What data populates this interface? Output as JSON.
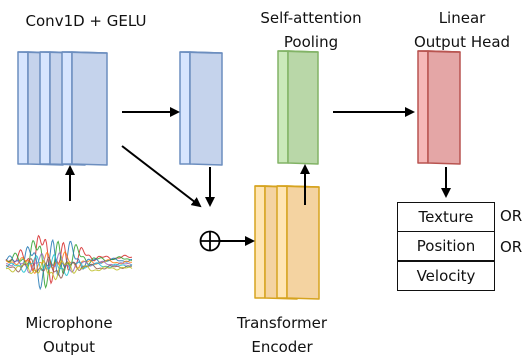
{
  "labels": {
    "conv": "Conv1D + GELU",
    "attn_line1": "Self-attention",
    "attn_line2": "Pooling",
    "head_line1": "Linear",
    "head_line2": "Output Head",
    "mic_line1": "Microphone",
    "mic_line2": "Output",
    "enc_line1": "Transformer",
    "enc_line2": "Encoder"
  },
  "outputs": [
    {
      "label": "Texture",
      "suffix": "OR"
    },
    {
      "label": "Position",
      "suffix": "OR"
    },
    {
      "label": "Velocity",
      "suffix": ""
    }
  ],
  "colors": {
    "conv_fill": "#c5d3ec",
    "conv_stroke": "#6c8ebf",
    "attn_fill": "#b9d7a8",
    "attn_stroke": "#82b366",
    "head_fill": "#e4a6a6",
    "head_stroke": "#b85450",
    "enc_fill": "#f4d3a1",
    "enc_stroke": "#d6a31f",
    "arrow": "#000000"
  },
  "waveform_colors": [
    "#d62728",
    "#2ca02c",
    "#1f77b4",
    "#ff7f0e",
    "#9467bd",
    "#17becf",
    "#8c564b",
    "#bcbd22"
  ]
}
